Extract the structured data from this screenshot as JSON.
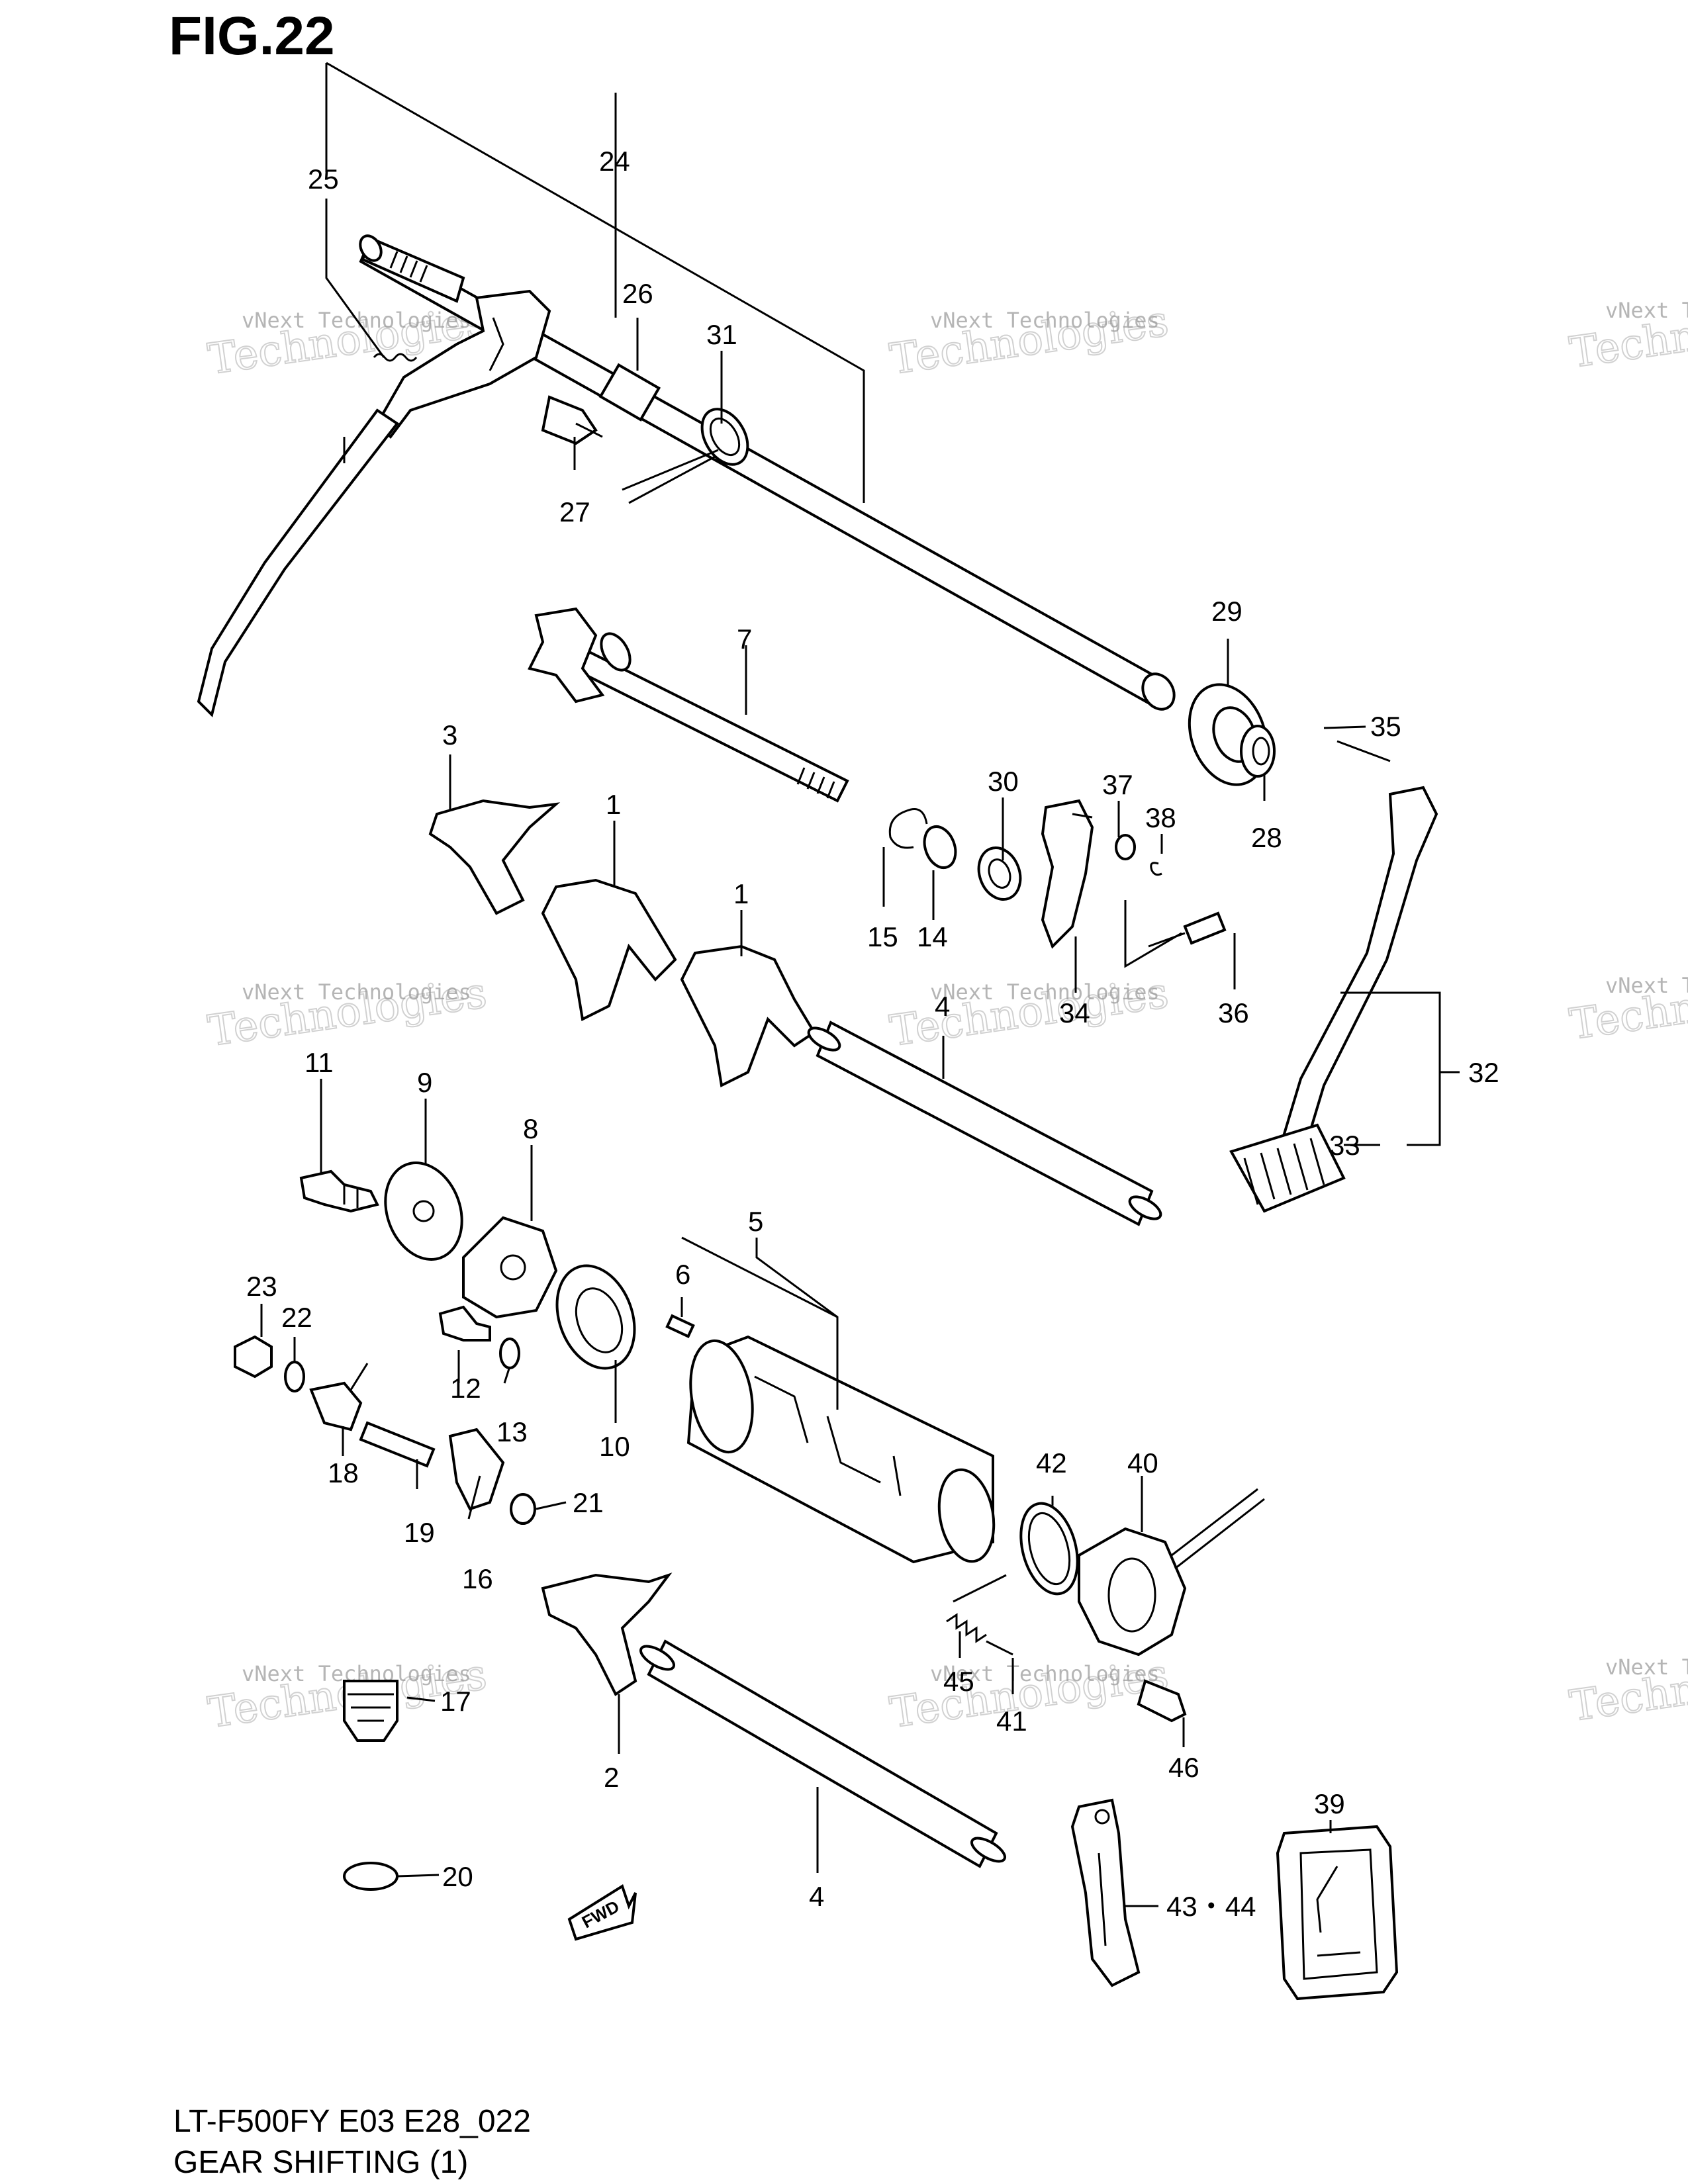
{
  "figure": {
    "title": "FIG.22"
  },
  "footer": {
    "model_line": "LT-F500FY E03 E28_022",
    "section_title": "GEAR SHIFTING (1)"
  },
  "watermark": {
    "company": "vNext Technologies",
    "brand_word": "vNext",
    "stylized": "Technologies"
  },
  "fwd_badge": "FWD",
  "callouts": {
    "c1a": "1",
    "c1b": "1",
    "c2": "2",
    "c3": "3",
    "c4a": "4",
    "c4b": "4",
    "c5": "5",
    "c6": "6",
    "c7": "7",
    "c8": "8",
    "c9": "9",
    "c10": "10",
    "c11": "11",
    "c12": "12",
    "c13": "13",
    "c14": "14",
    "c15": "15",
    "c16": "16",
    "c17": "17",
    "c18": "18",
    "c19": "19",
    "c20": "20",
    "c21": "21",
    "c22": "22",
    "c23": "23",
    "c24": "24",
    "c25": "25",
    "c26": "26",
    "c27": "27",
    "c28": "28",
    "c29": "29",
    "c30": "30",
    "c31": "31",
    "c32": "32",
    "c33": "33",
    "c34": "34",
    "c35": "35",
    "c36": "36",
    "c37": "37",
    "c38": "38",
    "c39": "39",
    "c40": "40",
    "c41": "41",
    "c42": "42",
    "c43_44": "43・44",
    "c45": "45",
    "c46": "46"
  }
}
